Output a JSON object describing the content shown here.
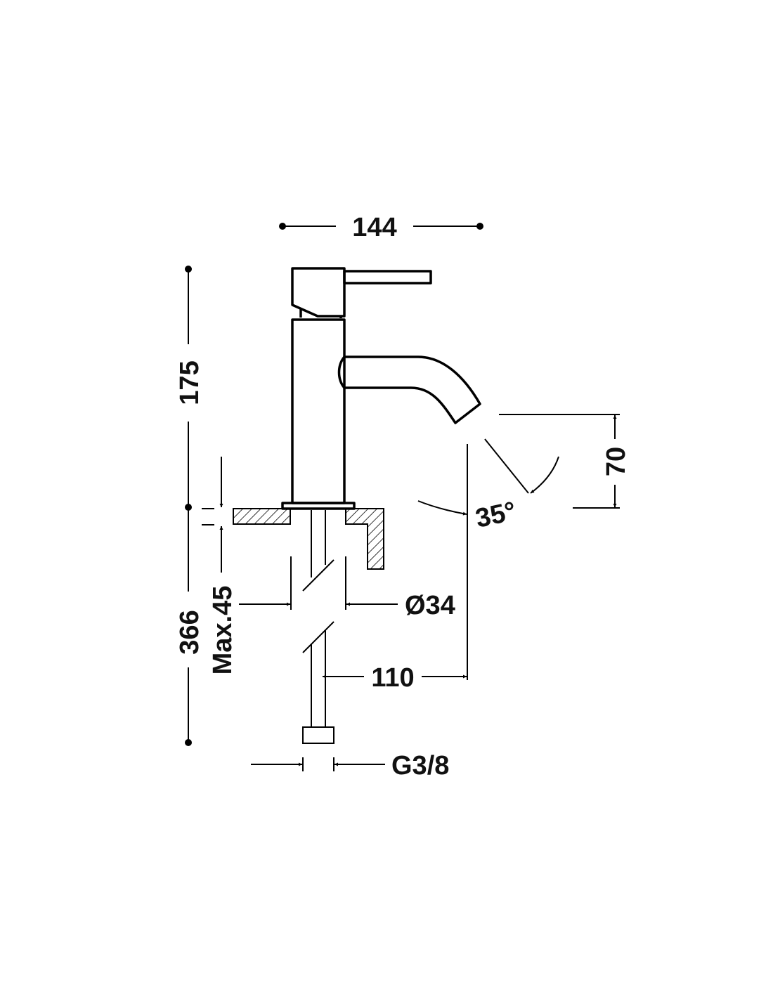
{
  "dimensions": {
    "width_total": "144",
    "height_above": "175",
    "height_total": "366",
    "max_thickness": "Max.45",
    "base_diameter": "Ø34",
    "spout_reach": "110",
    "spout_height": "70",
    "spout_angle": "35°",
    "connection": "G3/8"
  }
}
